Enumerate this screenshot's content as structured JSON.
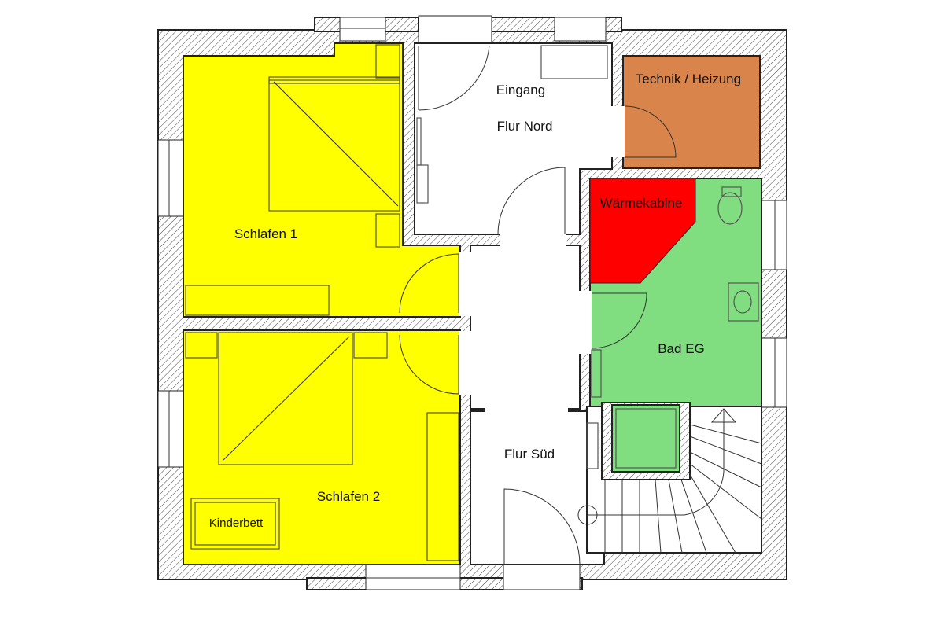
{
  "plan": {
    "rooms": {
      "eingang": "Eingang",
      "flur_nord": "Flur Nord",
      "technik": "Technik / Heizung",
      "waermekabine": "Wärmekabine",
      "schlafen1": "Schlafen 1",
      "bad": "Bad EG",
      "flur_sued": "Flur Süd",
      "schlafen2": "Schlafen 2",
      "kinderbett": "Kinderbett"
    },
    "colors": {
      "bedroom": "#FFFF00",
      "technik": "#D9844A",
      "bad": "#80DD80",
      "waermekabine": "#FF0000",
      "wall_hatch": "#333333"
    }
  }
}
